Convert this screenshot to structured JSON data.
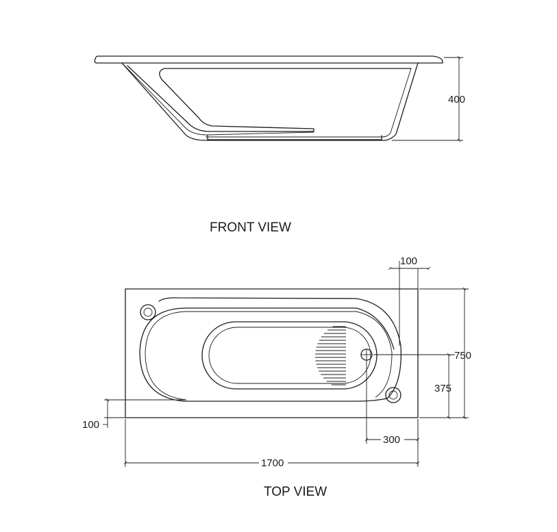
{
  "front_view": {
    "title": "FRONT VIEW",
    "height_dimension": "400"
  },
  "top_view": {
    "title": "TOP VIEW",
    "rim_width_dimension": "100",
    "width_dimension": "750",
    "drain_offset_dimension": "375",
    "side_rim_dimension": "100",
    "drain_from_end_dimension": "300",
    "length_dimension": "1700"
  }
}
